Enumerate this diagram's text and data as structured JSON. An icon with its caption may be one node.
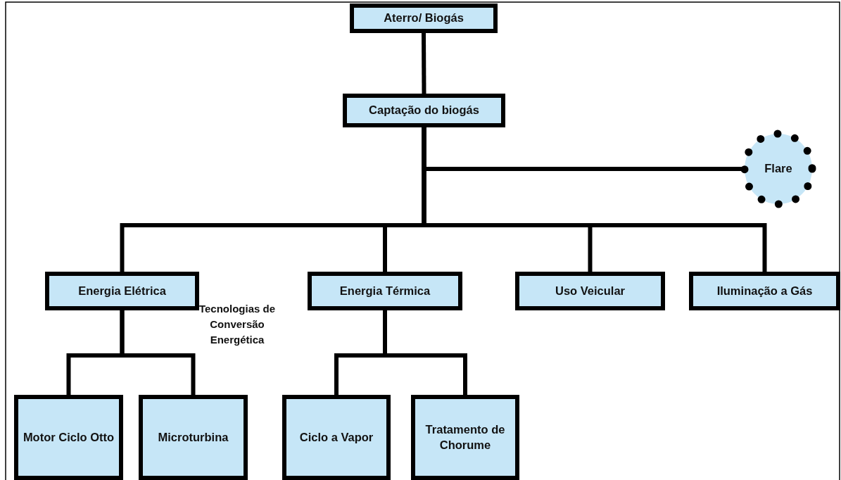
{
  "diagram": {
    "nodes": [
      {
        "text": [
          "Aterro/ Biogás"
        ]
      },
      {
        "text": [
          "Captação do biogás"
        ]
      },
      {
        "text": [
          "Flare"
        ]
      },
      {
        "text": [
          "Energia Elétrica"
        ]
      },
      {
        "text": [
          "Energia Térmica"
        ]
      },
      {
        "text": [
          "Uso Veicular"
        ]
      },
      {
        "text": [
          "Iluminação a Gás"
        ]
      },
      {
        "text": [
          "Motor Ciclo Otto"
        ]
      },
      {
        "text": [
          "Microturbina"
        ]
      },
      {
        "text": [
          "Ciclo a Vapor"
        ]
      },
      {
        "text": [
          "Tratamento de Chorume"
        ]
      }
    ],
    "edges": [
      {
        "from": 0,
        "to": 1,
        "arrow": "none"
      },
      {
        "from": 1,
        "to": 2,
        "arrow": "none"
      },
      {
        "from": 1,
        "to": 3,
        "arrow": "none"
      },
      {
        "from": 1,
        "to": 4,
        "arrow": "none"
      },
      {
        "from": 1,
        "to": 5,
        "arrow": "none"
      },
      {
        "from": 1,
        "to": 6,
        "arrow": "none"
      },
      {
        "from": 3,
        "to": 7,
        "arrow": "none"
      },
      {
        "from": 3,
        "to": 8,
        "arrow": "none"
      },
      {
        "from": 4,
        "to": 9,
        "arrow": "none"
      },
      {
        "from": 4,
        "to": 10,
        "arrow": "none"
      }
    ],
    "labels": [
      "Tecnologias de Conversão Energética"
    ]
  }
}
